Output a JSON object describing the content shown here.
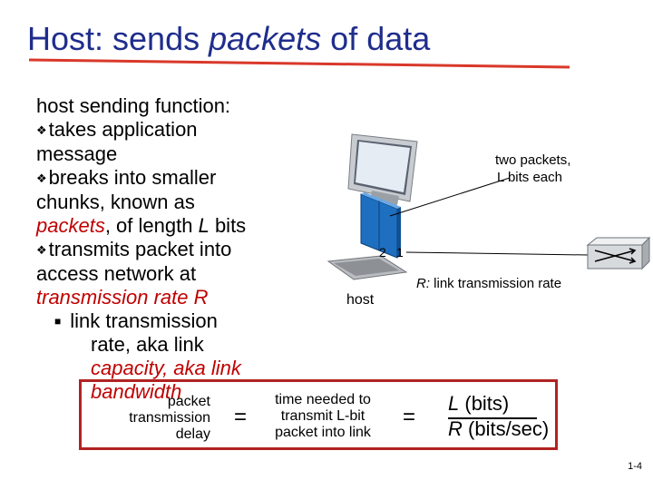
{
  "title": {
    "prefix": "Host: sends ",
    "emph": "packets",
    "suffix": " of data"
  },
  "bullets": {
    "intro": "host sending function:",
    "b1_l1": "takes application",
    "b1_l2": "message",
    "b2_l1": "breaks into smaller",
    "b2_l2": "chunks, known as",
    "b2_l3_red": "packets",
    "b2_l3_mid": ", of length ",
    "b2_l3_L": "L",
    "b2_l3_end": " bits",
    "b3_l1": "transmits packet into",
    "b3_l2": "access network at",
    "b3_l3": "transmission rate R",
    "s1_l1": "link transmission",
    "s1_l2": "rate, aka link",
    "s1_l3": "capacity, aka link",
    "s1_l4": "bandwidth"
  },
  "diagram": {
    "two_packets_l1": "two packets,",
    "two_packets_l2": "L bits each",
    "pkt_num_2": "2",
    "pkt_num_1": "1",
    "host_label": "host",
    "rate_label_R": "R:",
    "rate_label_rest": " link transmission rate"
  },
  "formula": {
    "left_l1": "packet",
    "left_l2": "transmission",
    "left_l3": "delay",
    "eq1": "=",
    "mid_l1": "time needed to",
    "mid_l2": "transmit L-bit",
    "mid_l3": "packet into link",
    "eq2": "=",
    "num_L": "L",
    "num_rest": " (bits)",
    "den_R": "R",
    "den_rest": " (bits/sec)"
  },
  "page_number": "1-4",
  "colors": {
    "title": "#1f2d8c",
    "accent_red": "#c00000",
    "box_border": "#b22222",
    "packet_blue": "#1e6fc0"
  }
}
